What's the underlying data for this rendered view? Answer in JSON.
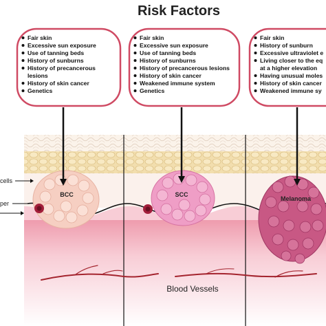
{
  "title": "Risk Factors",
  "boxes": [
    {
      "id": "bcc",
      "items": [
        "Fair skin",
        "Excessive sun exposure",
        "Use of tanning beds",
        "History of sunburns",
        "History of precancerous",
        "lesions",
        "History of skin cancer",
        "Genetics"
      ]
    },
    {
      "id": "scc",
      "items": [
        "Fair skin",
        "Excessive sun exposure",
        "Use of tanning beds",
        "History of sunburns",
        "History of precancerous lesions",
        "History of skin cancer",
        "Weakened immune system",
        "Genetics"
      ]
    },
    {
      "id": "melanoma",
      "items": [
        "Fair skin",
        "History of sunburn",
        "Excessive ultraviolet e",
        "Living closer to the eq",
        "at a higher elevation",
        "Having unusual moles",
        "History of skin cancer",
        "Weakened immune sy"
      ]
    }
  ],
  "tumors": [
    {
      "id": "bcc",
      "label": "BCC"
    },
    {
      "id": "scc",
      "label": "SCC"
    },
    {
      "id": "melanoma",
      "label": "Melanoma"
    }
  ],
  "side_labels": {
    "cells": "cells",
    "layer": "per"
  },
  "blood_vessels_label": "Blood Vessels",
  "colors": {
    "bcc": "#f6cfc2",
    "scc": "#e98ab9",
    "melanoma": "#c54d7d",
    "dermis": "#f7c9d2",
    "epidermis": "#f3e4b2",
    "vessel": "#a4242e"
  }
}
